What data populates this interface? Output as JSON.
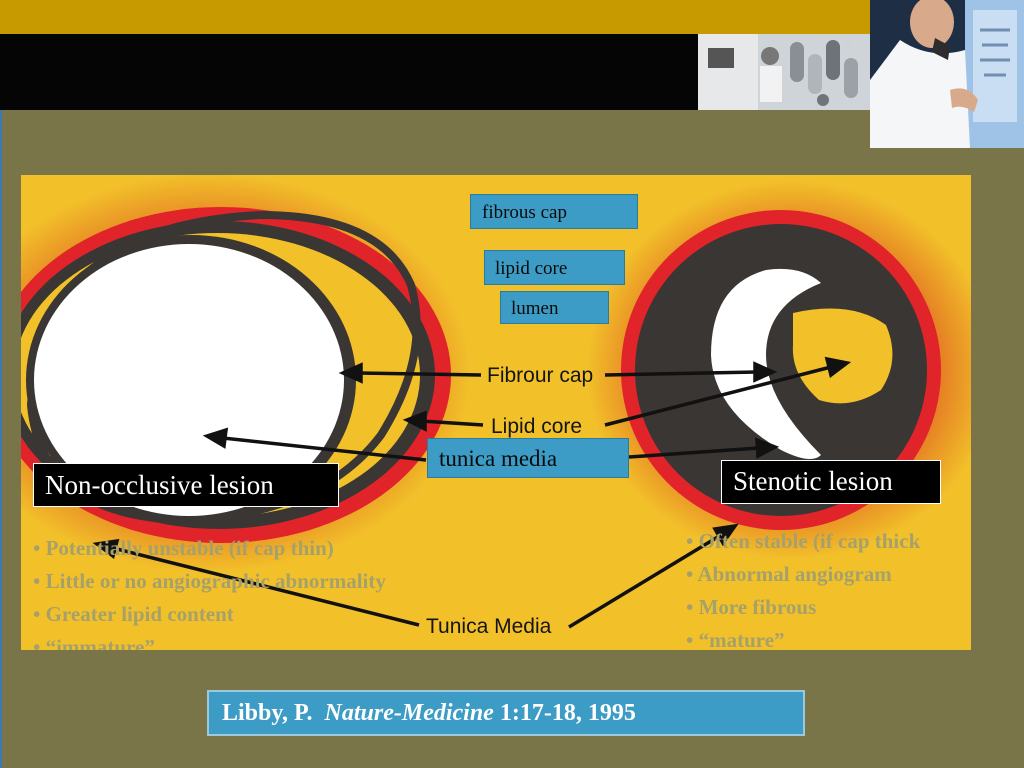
{
  "label_boxes": {
    "fibrous_cap": "fibrous cap",
    "lipid_core": "lipid core",
    "lumen": "lumen",
    "tunica_media": "tunica media"
  },
  "diagram_labels": {
    "fibrous_cap": "Fibrour cap",
    "lipid_core": "Lipid core",
    "tunica_media": "Tunica Media"
  },
  "lesions": {
    "non_occlusive": {
      "title": "Non-occlusive lesion",
      "bullets": [
        "• Potentially unstable (if cap thin)",
        "• Little or no angiographic abnormality",
        "• Greater lipid content",
        "• “immature”"
      ]
    },
    "stenotic": {
      "title": "Stenotic lesion",
      "bullets": [
        "• Often stable (if cap thick",
        "• Abnormal angiogram",
        "• More fibrous",
        "• “mature”"
      ]
    }
  },
  "citation": {
    "author": "Libby, P.  ",
    "journal": "Nature-Medicine",
    "details": " 1:17-18, 1995"
  },
  "colors": {
    "background": "#7a7548",
    "header_gold": "#c79a00",
    "label_blue": "#3d9cc6",
    "artery_red": "#e0242a",
    "lipid_yellow": "#f2c12a",
    "wall_dark": "#3a3634",
    "bullet_text": "#a6a06b"
  }
}
